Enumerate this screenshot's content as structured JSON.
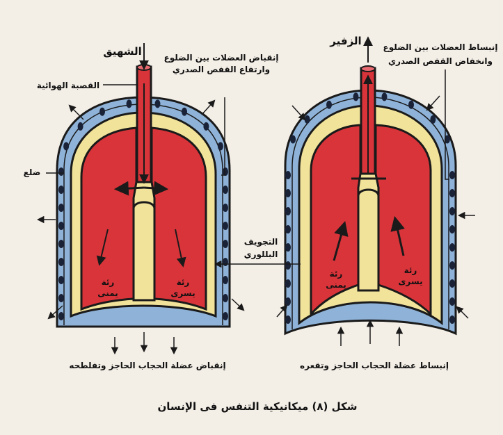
{
  "colors": {
    "page": "#f3eee6",
    "pleura_blue": "#8fb3d8",
    "cavity_yellow": "#f2e39a",
    "lung_red": "#d9343a",
    "outline": "#1a1a1a",
    "rib_dot": "#1a2238"
  },
  "left_diagram": {
    "inhalation_label": "الشهيق",
    "muscle_label_line1": "إنقباض العضلات بين الضلوع",
    "muscle_label_line2": "وارتفاع القفص الصدري",
    "trachea_label": "القصبة الهوائية",
    "rib_label": "ضلع",
    "right_lung_line1": "رئة",
    "right_lung_line2": "يمنى",
    "left_lung_line1": "رئة",
    "left_lung_line2": "يسرى",
    "diaphragm_label": "إنقباض عضلة الحجاب الحاجز وتفلطحه"
  },
  "center": {
    "pleural_cavity_line1": "التجويف",
    "pleural_cavity_line2": "البللوري"
  },
  "right_diagram": {
    "exhalation_label": "الزفير",
    "muscle_label_line1": "إنبساط العضلات بين الضلوع",
    "muscle_label_line2": "وانخفاض القفص الصدري",
    "right_lung_line1": "رئة",
    "right_lung_line2": "يمنى",
    "left_lung_line1": "رئة",
    "left_lung_line2": "يسرى",
    "diaphragm_label": "إنبساط عضلة الحجاب الحاجز وتقعره"
  },
  "caption": "شكل (٨) ميكانيكية التنفس فى الإنسان"
}
